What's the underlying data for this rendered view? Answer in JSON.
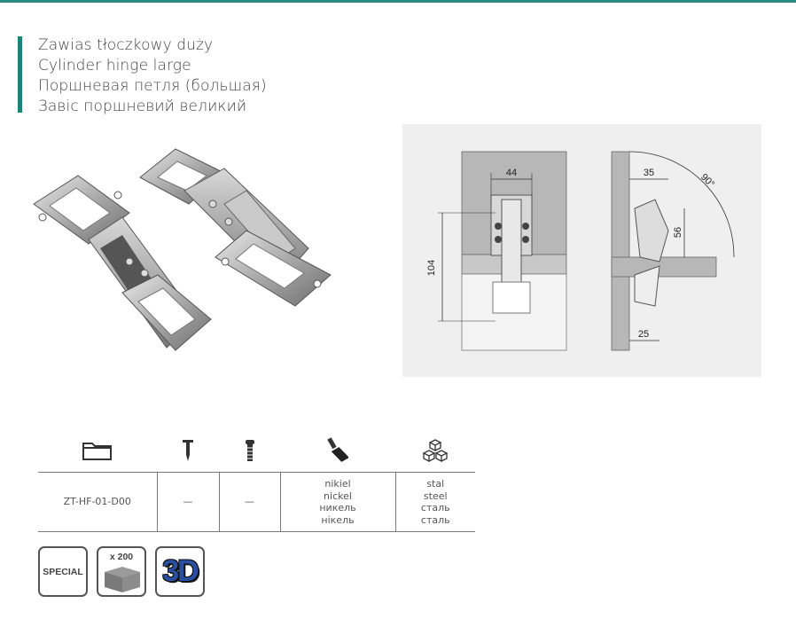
{
  "header": {
    "titles": [
      "Zawias tłoczkowy duży",
      "Cylinder hinge large",
      "Поршневая петля (большая)",
      "Завіс поршневий великий"
    ]
  },
  "colors": {
    "accent": "#1f8378",
    "top_line": "#2a8c85",
    "drawing_bg": "#efefef",
    "badge_3d": "#2a4fa0"
  },
  "drawing": {
    "dim_width": "44",
    "dim_height": "104",
    "dim_offset": "35",
    "dim_depth": "56",
    "dim_angle": "90°",
    "dim_bottom": "25"
  },
  "table": {
    "header_icons": [
      "folder-icon",
      "wood-screw-icon",
      "machine-screw-icon",
      "paint-brush-icon",
      "cubes-icon"
    ],
    "row": {
      "code": "ZT-HF-01-D00",
      "col2": "—",
      "col3": "—",
      "finish": [
        "nikiel",
        "nickel",
        "никель",
        "нікель"
      ],
      "material": [
        "stal",
        "steel",
        "сталь",
        "сталь"
      ]
    }
  },
  "badges": {
    "special": "SPECIAL",
    "pack_qty": "x 200",
    "three_d": "3D"
  }
}
